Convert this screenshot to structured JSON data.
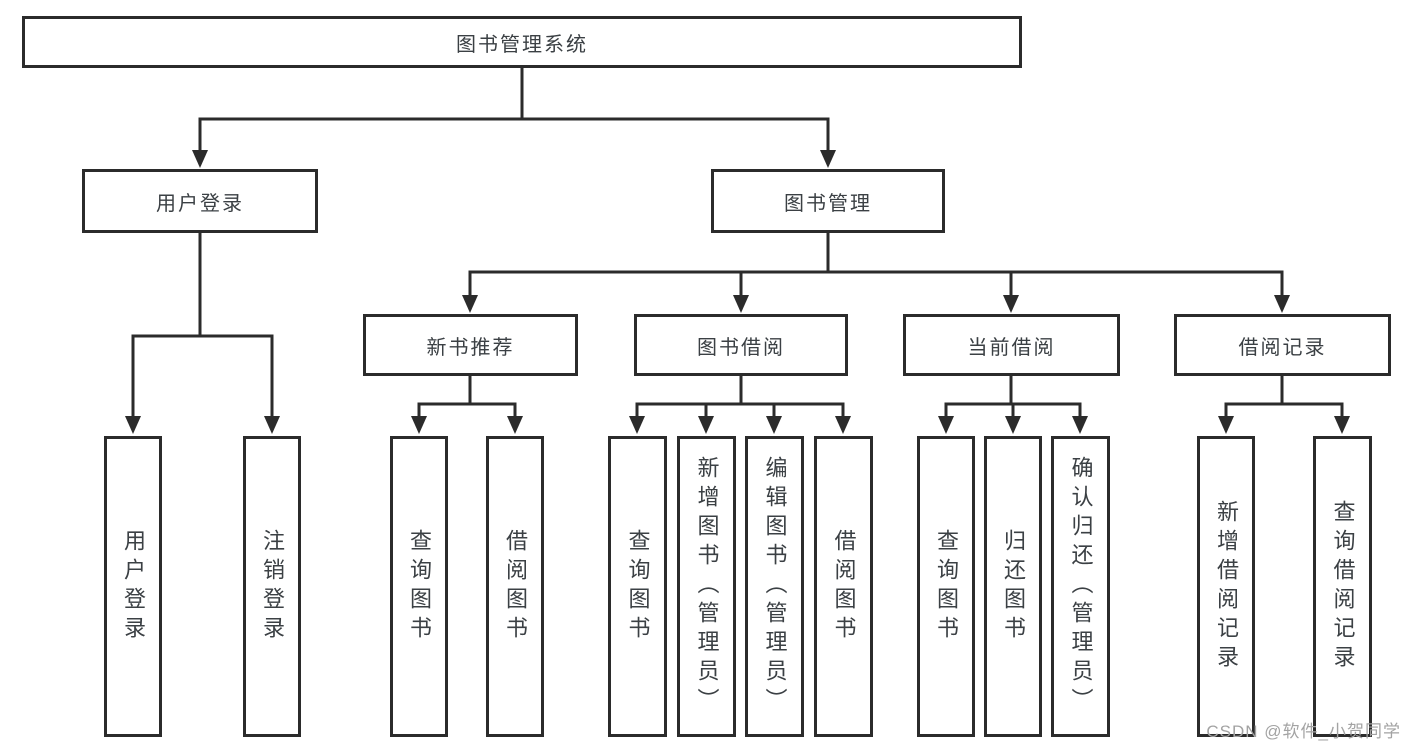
{
  "diagram": {
    "root": {
      "label": "图书管理系统"
    },
    "branches": {
      "user_login": {
        "label": "用户登录",
        "children": [
          {
            "label": "用户登录"
          },
          {
            "label": "注销登录"
          }
        ]
      },
      "book_management": {
        "label": "图书管理",
        "sections": {
          "new_books": {
            "label": "新书推荐",
            "children": [
              {
                "label": "查询图书"
              },
              {
                "label": "借阅图书"
              }
            ]
          },
          "book_borrow": {
            "label": "图书借阅",
            "children": [
              {
                "label": "查询图书"
              },
              {
                "label": "新增图书（管理员）"
              },
              {
                "label": "编辑图书（管理员）"
              },
              {
                "label": "借阅图书"
              }
            ]
          },
          "current_borrow": {
            "label": "当前借阅",
            "children": [
              {
                "label": "查询图书"
              },
              {
                "label": "归还图书"
              },
              {
                "label": "确认归还（管理员）"
              }
            ]
          },
          "borrow_records": {
            "label": "借阅记录",
            "children": [
              {
                "label": "新增借阅记录"
              },
              {
                "label": "查询借阅记录"
              }
            ]
          }
        }
      }
    },
    "watermark": "CSDN @软件_小贺同学",
    "colors": {
      "line": "#2b2b2b",
      "text": "#3b4044",
      "watermark": "#a3a3a3",
      "background": "#ffffff"
    }
  }
}
